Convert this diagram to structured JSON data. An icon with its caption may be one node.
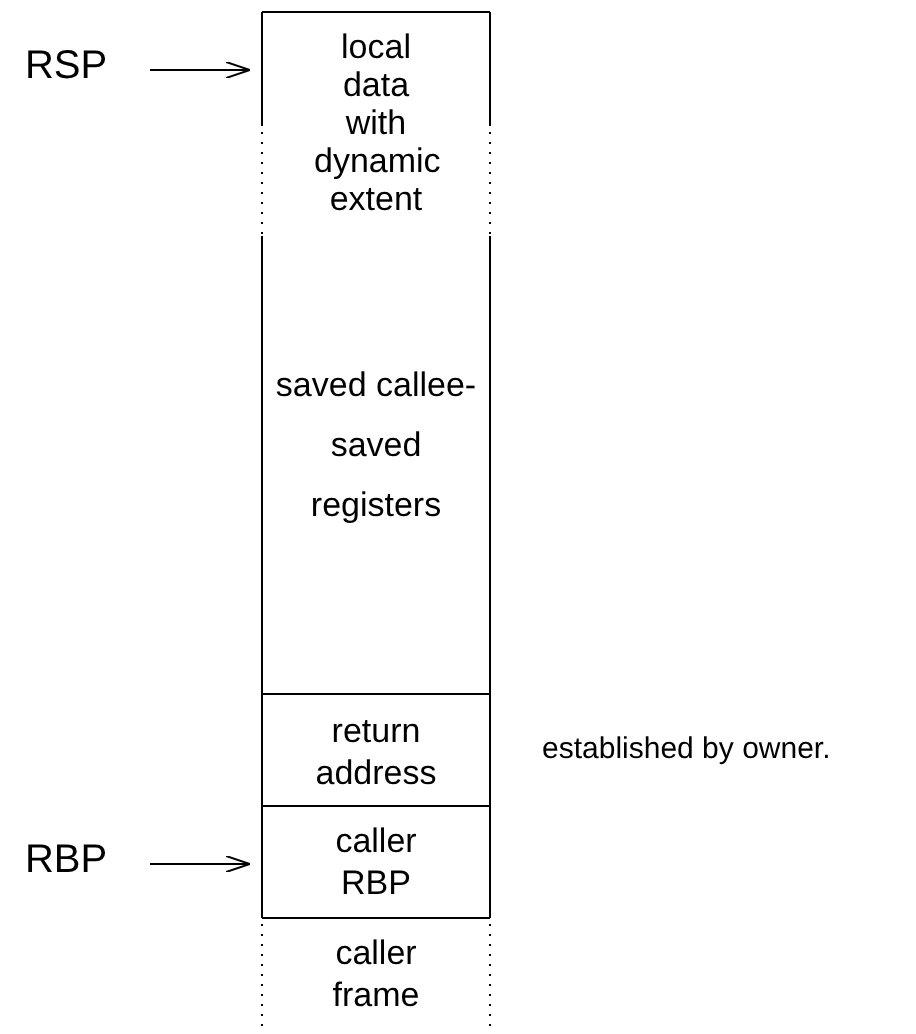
{
  "diagram": {
    "nodes": [
      {
        "text": [
          "RSP"
        ]
      },
      {
        "text": [
          "local data with dynamic extent"
        ]
      },
      {
        "text": [
          "saved callee-saved registers"
        ]
      },
      {
        "text": [
          "return address"
        ],
        "beside": [
          "established by owner."
        ]
      },
      {
        "text": [
          "RBP"
        ]
      },
      {
        "text": [
          "caller RBP"
        ]
      },
      {
        "text": [
          "caller frame"
        ]
      }
    ],
    "edges": [
      {
        "from": 0,
        "to": 1,
        "arrow": "to"
      },
      {
        "from": 4,
        "to": 5,
        "arrow": "to"
      }
    ]
  }
}
